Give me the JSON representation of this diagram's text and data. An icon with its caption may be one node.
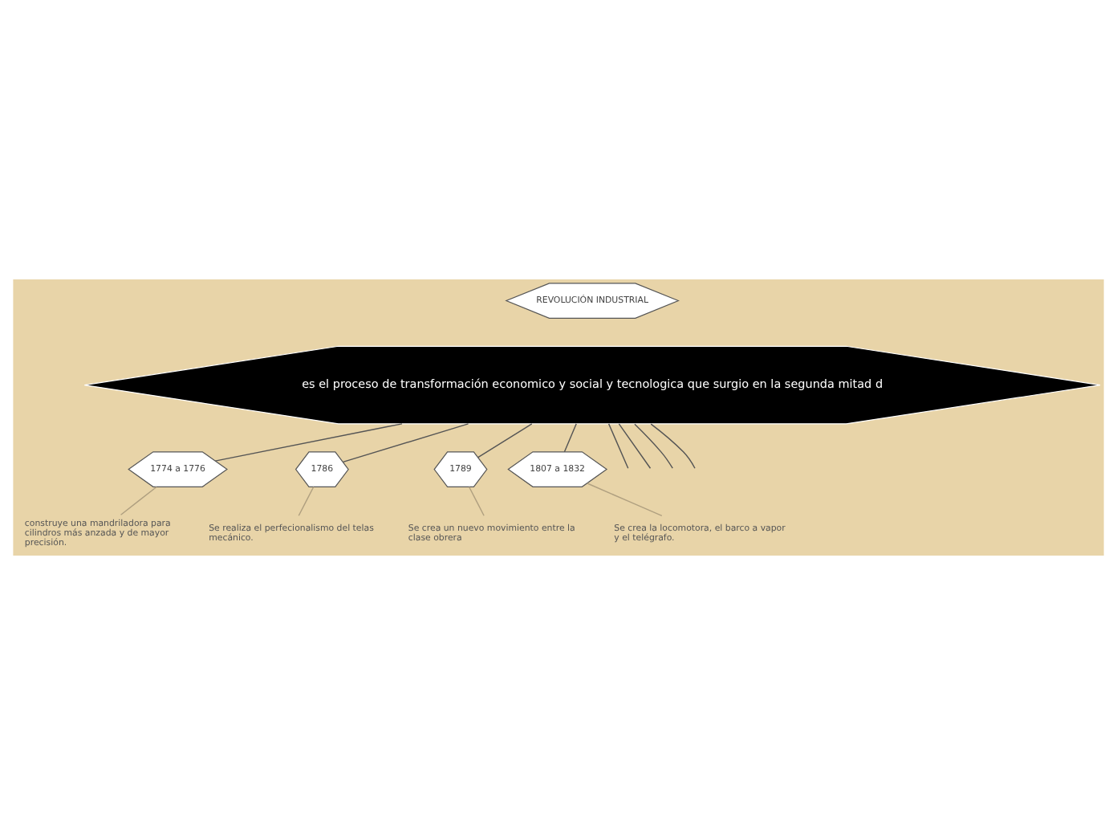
{
  "diagram": {
    "nodes": [
      {
        "text": [
          "REVOLUCIÓN INDUSTRIAL"
        ]
      },
      {
        "text": [
          "es el proceso de transformación economico y social y tecnologica que surgio en la segunda mitad d"
        ]
      },
      {
        "text": [
          "1774 a 1776"
        ]
      },
      {
        "text": [
          "1786"
        ]
      },
      {
        "text": [
          "1789"
        ]
      },
      {
        "text": [
          "1807 a 1832"
        ]
      },
      {
        "text": [
          "construye una mandriladora para cilindros más anzada y de mayor precisión."
        ]
      },
      {
        "text": [
          "Se realiza el perfecionalismo del telas mecánico."
        ]
      },
      {
        "text": [
          "Se crea un nuevo movimiento entre la clase obrera"
        ]
      },
      {
        "text": [
          "Se crea la locomotora, el barco a vapor y el telégrafo."
        ]
      }
    ],
    "edges": [
      {
        "from": 1,
        "to": 2,
        "arrow": "none"
      },
      {
        "from": 1,
        "to": 3,
        "arrow": "none"
      },
      {
        "from": 1,
        "to": 4,
        "arrow": "none"
      },
      {
        "from": 1,
        "to": 5,
        "arrow": "none"
      },
      {
        "from": 2,
        "to": 6,
        "arrow": "none",
        "color": "#b0a080"
      },
      {
        "from": 3,
        "to": 7,
        "arrow": "none",
        "color": "#b0a080"
      },
      {
        "from": 4,
        "to": 8,
        "arrow": "none",
        "color": "#b0a080"
      },
      {
        "from": 5,
        "to": 9,
        "arrow": "none",
        "color": "#b0a080"
      },
      {
        "from": 1,
        "to": null,
        "arrow": "none"
      },
      {
        "from": 1,
        "to": null,
        "arrow": "none"
      },
      {
        "from": 1,
        "to": null,
        "arrow": "none"
      },
      {
        "from": 1,
        "to": null,
        "arrow": "none"
      }
    ]
  }
}
